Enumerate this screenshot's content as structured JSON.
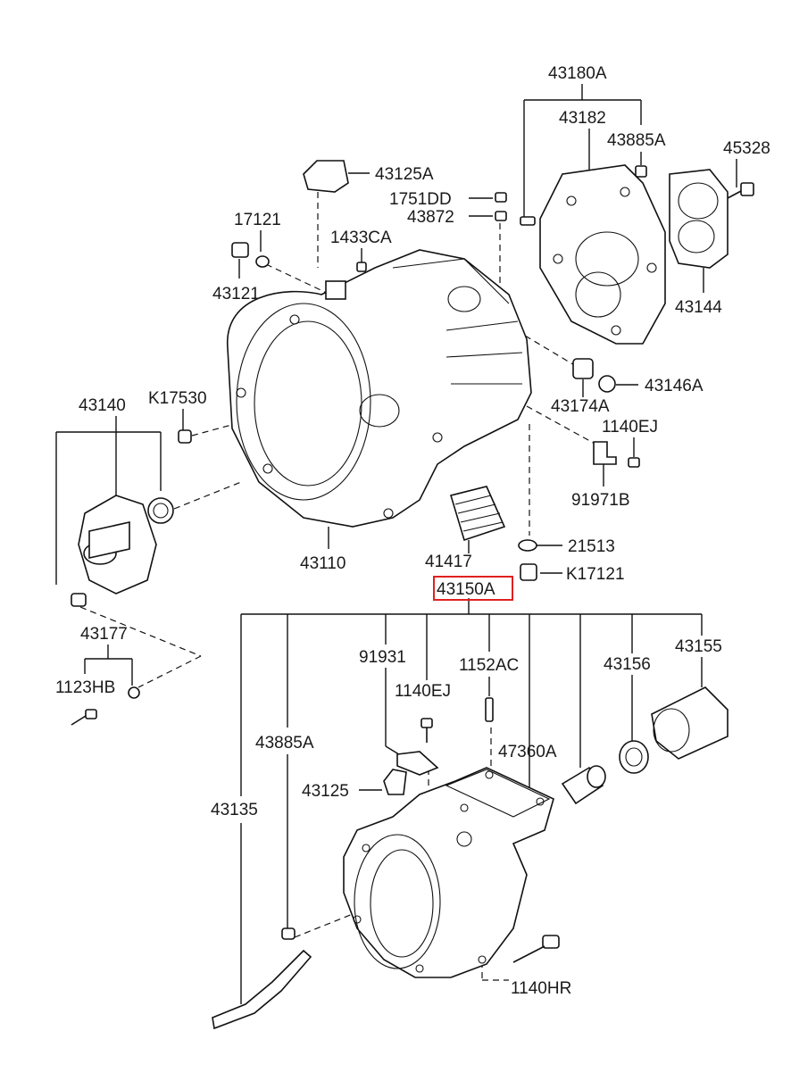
{
  "diagram": {
    "upper_group": {
      "labels": {
        "p43180A": "43180A",
        "p43182": "43182",
        "p43885A_top": "43885A",
        "p45328": "45328",
        "p43125A": "43125A",
        "p1751DD": "1751DD",
        "p43872": "43872",
        "p17121": "17121",
        "p1433CA": "1433CA",
        "p43121": "43121",
        "p43144": "43144",
        "p43140": "43140",
        "pK17530": "K17530",
        "p43174A": "43174A",
        "p43146A": "43146A",
        "p1140EJ_top": "1140EJ",
        "p91971B": "91971B",
        "p43110": "43110",
        "p41417": "41417",
        "p21513": "21513",
        "pK17121": "K17121",
        "p43177": "43177",
        "p1123HB": "1123HB"
      }
    },
    "lower_group": {
      "highlighted_label": "43150A",
      "labels": {
        "p91931": "91931",
        "p1152AC": "1152AC",
        "p43155": "43155",
        "p43156": "43156",
        "p1140EJ_bottom": "1140EJ",
        "p43885A_bottom": "43885A",
        "p47360A": "47360A",
        "p43125": "43125",
        "p43135": "43135",
        "p1140HR": "1140HR"
      }
    },
    "highlight_color": "#e02020"
  }
}
